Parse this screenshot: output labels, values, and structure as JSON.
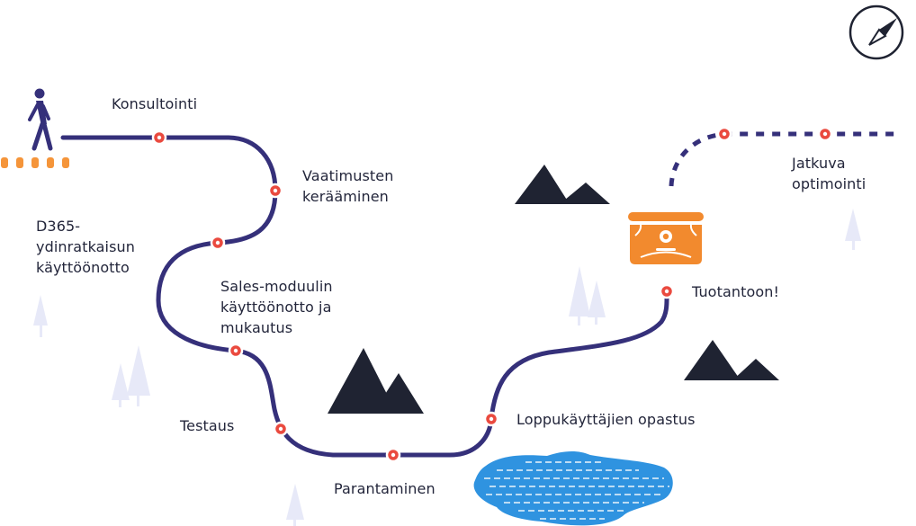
{
  "colors": {
    "path": "#35307a",
    "milestone_fill": "#ea4a3f",
    "mountain": "#1f2332",
    "tree": "#e7e9f8",
    "lake": "#2f93e0",
    "chest": "#f28a2e",
    "footprints": "#f5953a",
    "text": "#23263b"
  },
  "icons": {
    "compass": "compass-icon",
    "walker": "walking-person-icon",
    "chest": "treasure-chest-icon"
  },
  "milestones": [
    {
      "label": "Konsultointi"
    },
    {
      "label": "Vaatimusten\nkerääminen"
    },
    {
      "label": "D365-\nydinratkaisun\nkäyttöönotto"
    },
    {
      "label": "Sales-moduulin\nkäyttöönotto ja\nmukautus"
    },
    {
      "label": "Testaus"
    },
    {
      "label": "Parantaminen"
    },
    {
      "label": "Loppukäyttäjien opastus"
    },
    {
      "label": "Tuotantoon!"
    },
    {
      "label": "Jatkuva\noptimointi"
    }
  ]
}
